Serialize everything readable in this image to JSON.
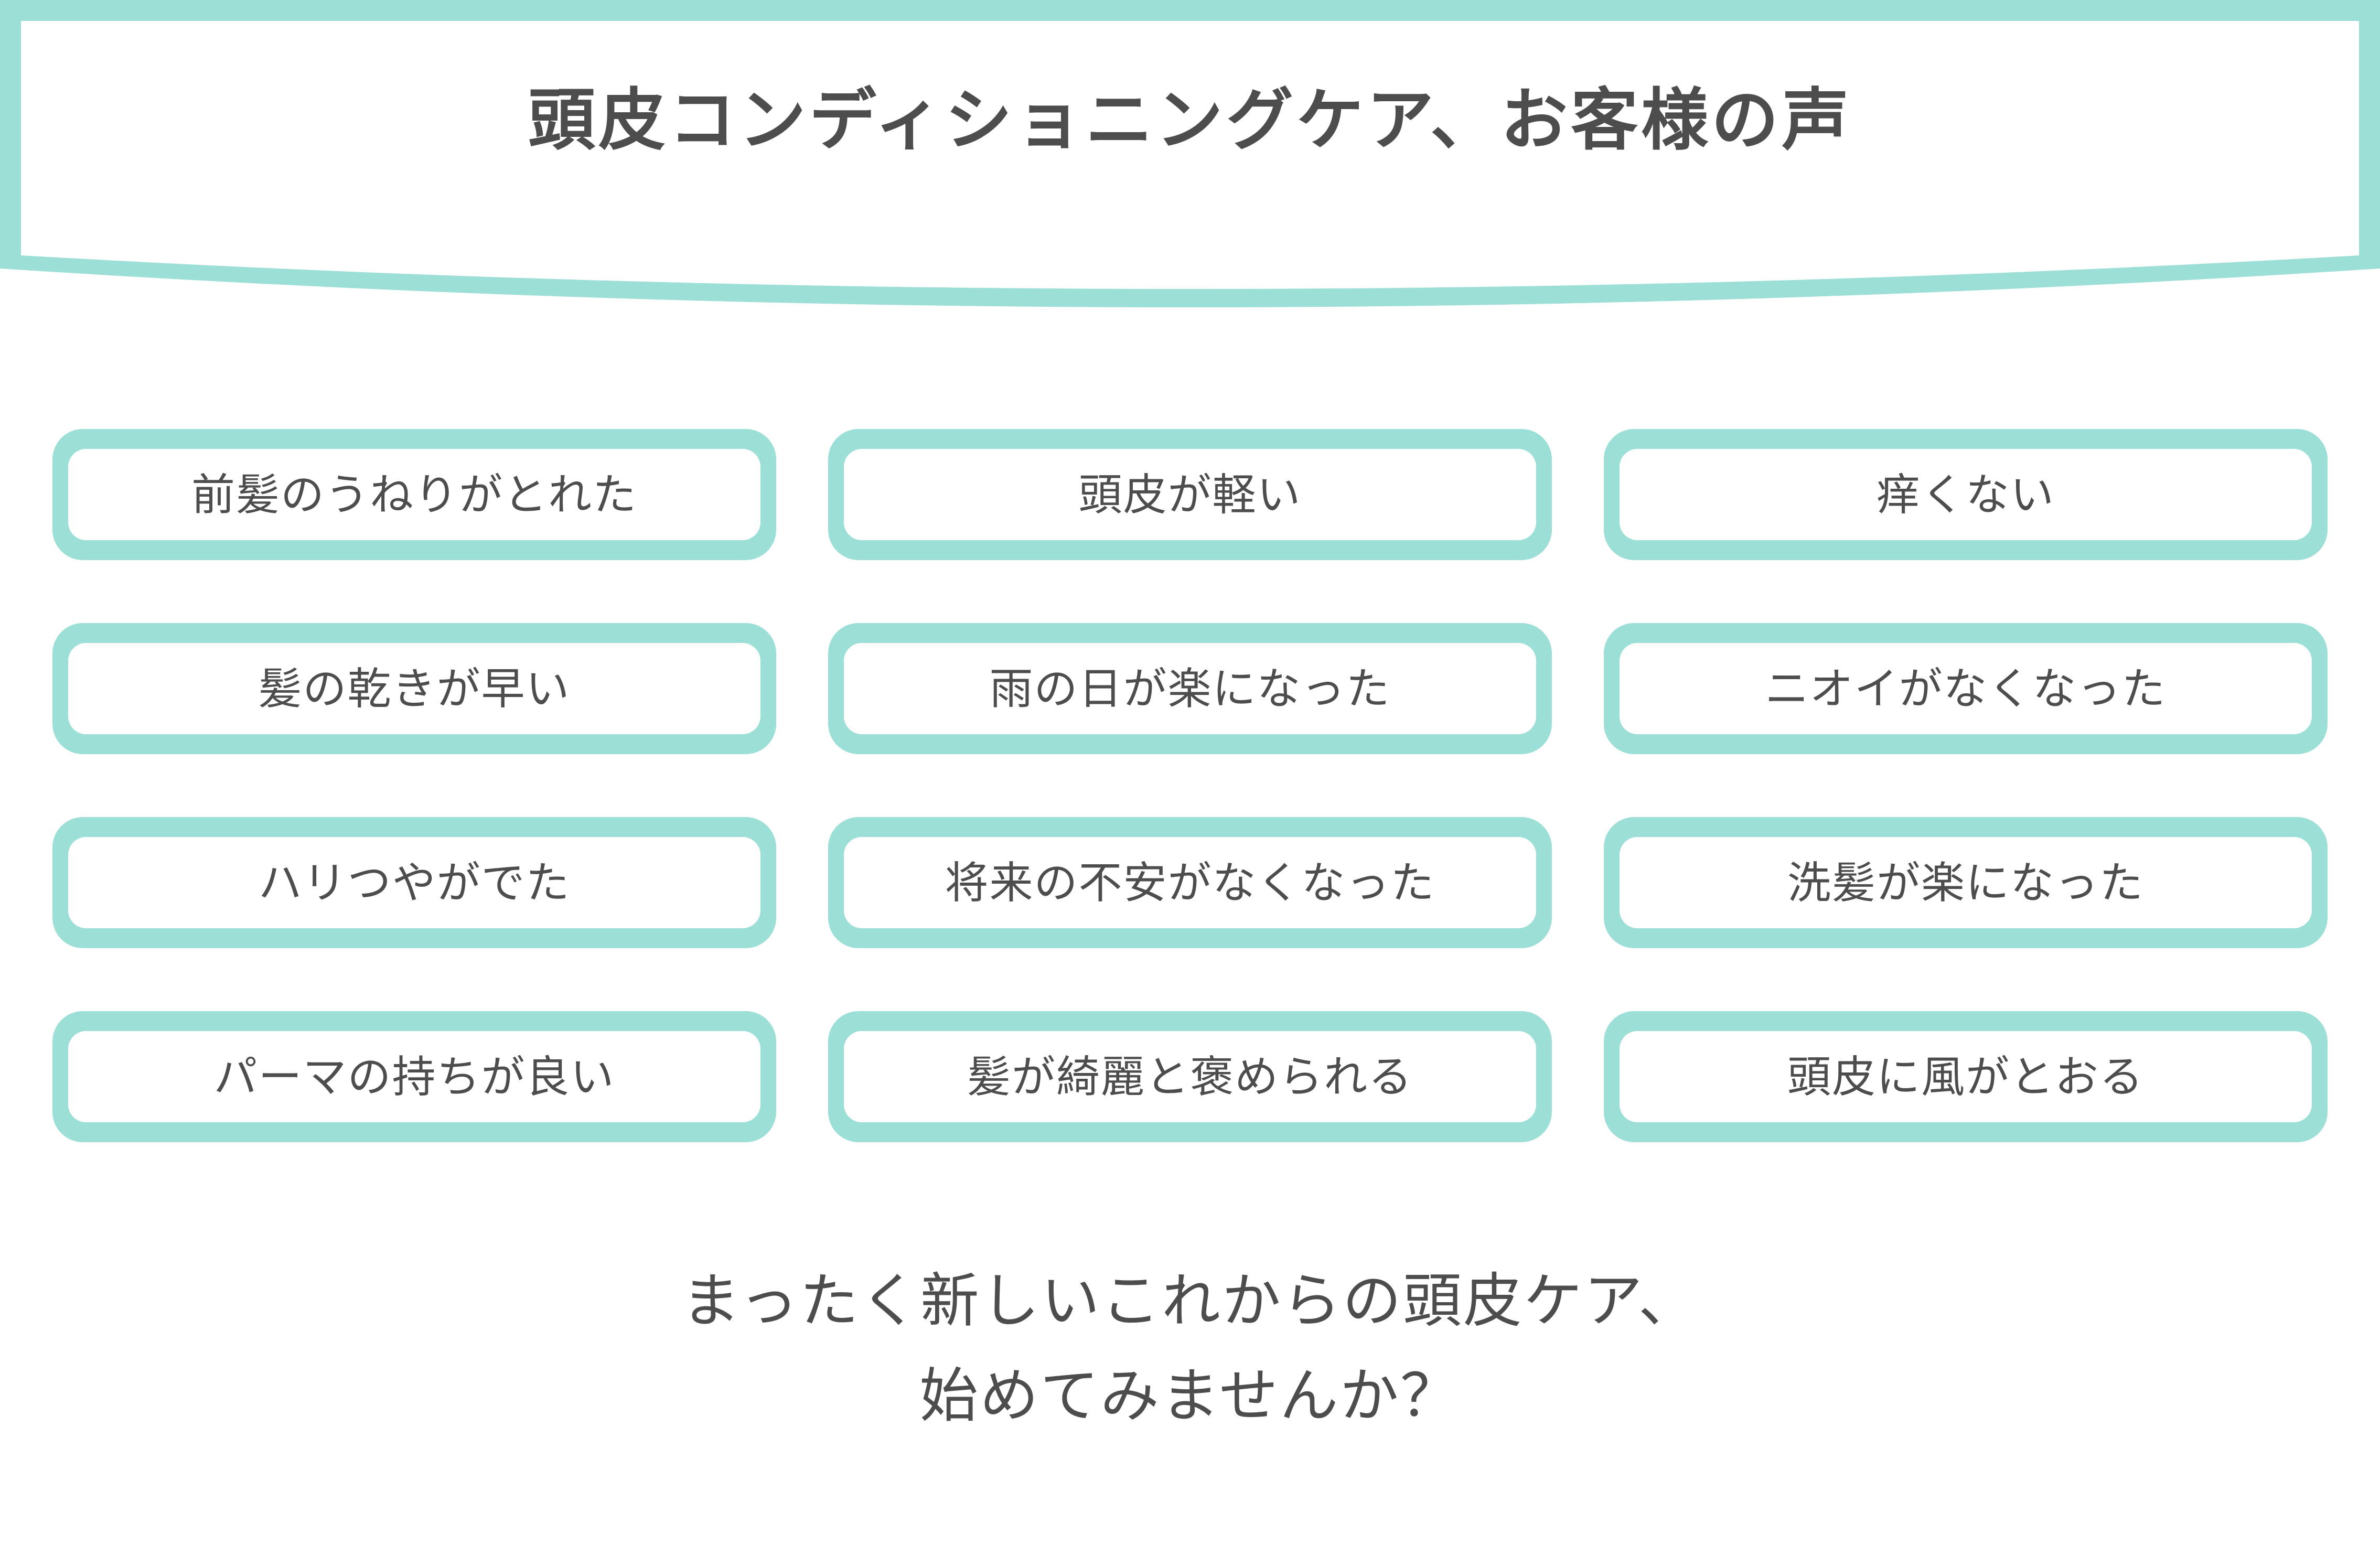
{
  "header": {
    "title": "頭皮コンディショニングケア、お客様の声",
    "accent_color": "#9bdfd6",
    "text_color": "#4d4d4d"
  },
  "testimonials": {
    "rows": [
      [
        {
          "label": "前髪のうねりがとれた"
        },
        {
          "label": "頭皮が軽い"
        },
        {
          "label": "痒くない"
        }
      ],
      [
        {
          "label": "髪の乾きが早い"
        },
        {
          "label": "雨の日が楽になった"
        },
        {
          "label": "ニオイがなくなった"
        }
      ],
      [
        {
          "label": "ハリつやがでた"
        },
        {
          "label": "将来の不安がなくなった"
        },
        {
          "label": "洗髪が楽になった"
        }
      ],
      [
        {
          "label": "パーマの持ちが良い"
        },
        {
          "label": "髪が綺麗と褒められる"
        },
        {
          "label": "頭皮に風がとおる"
        }
      ]
    ]
  },
  "footer": {
    "line1": "まったく新しいこれからの頭皮ケア、",
    "line2": "始めてみませんか？"
  }
}
